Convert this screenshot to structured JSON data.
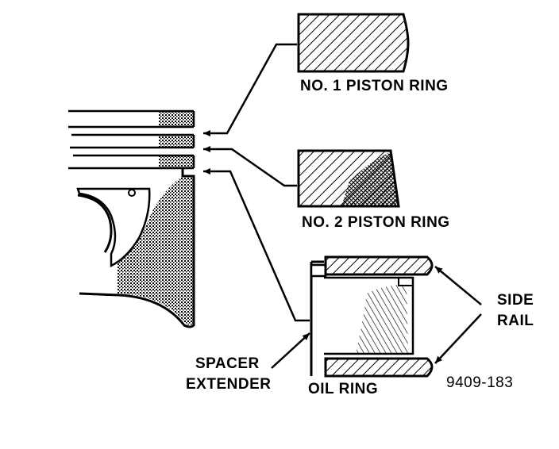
{
  "labels": {
    "ring1": "NO. 1 PISTON RING",
    "ring2": "NO. 2 PISTON RING",
    "side_rail_line1": "SIDE",
    "side_rail_line2": "RAIL",
    "spacer_line1": "SPACER",
    "spacer_line2": "EXTENDER",
    "oil_ring": "OIL RING",
    "figure_id": "9409-183"
  },
  "colors": {
    "ink": "#000000",
    "paper": "#ffffff"
  }
}
